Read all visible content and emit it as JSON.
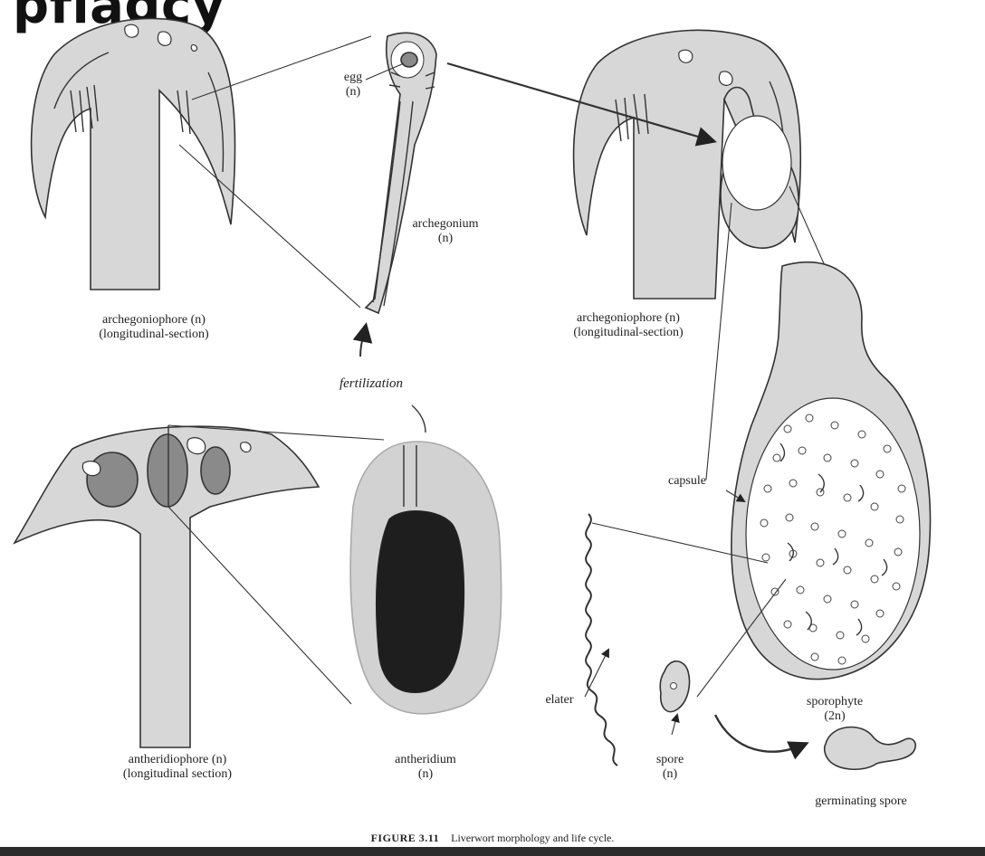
{
  "heading": "pfiagcy",
  "labels": {
    "egg": [
      "egg",
      "(n)"
    ],
    "archegonium": [
      "archegonium",
      "(n)"
    ],
    "archegoniophore_left": [
      "archegoniophore (n)",
      "(longitudinal-section)"
    ],
    "archegoniophore_right": [
      "archegoniophore (n)",
      "(longitudinal-section)"
    ],
    "fertilization": "fertilization",
    "capsule": "capsule",
    "antheridiophore": [
      "antheridiophore (n)",
      "(longitudinal section)"
    ],
    "antheridium": [
      "antheridium",
      "(n)"
    ],
    "elater": "elater",
    "sporophyte": [
      "sporophyte",
      "(2n)"
    ],
    "spore": [
      "spore",
      "(n)"
    ],
    "germinating_spore": "germinating spore"
  },
  "caption": {
    "figure_number": "FIGURE 3.11",
    "text": "Liverwort morphology and life cycle."
  }
}
